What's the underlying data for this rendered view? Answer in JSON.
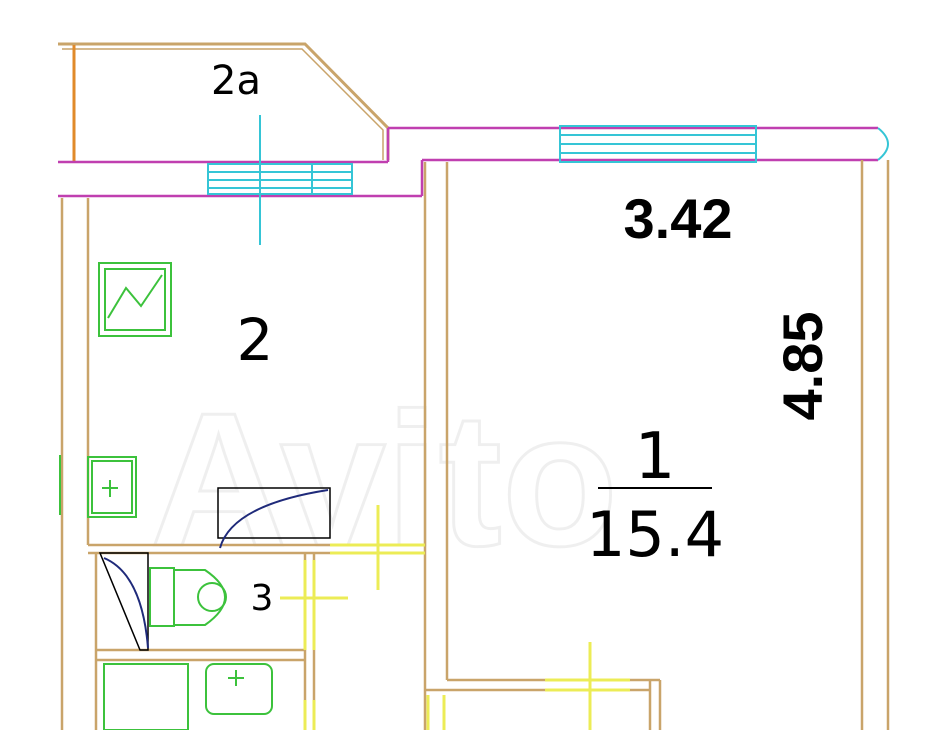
{
  "rooms": {
    "balcony": {
      "number": "2a"
    },
    "kitchen": {
      "number": "2"
    },
    "bathroom": {
      "number": "3"
    },
    "living_room": {
      "number": "1",
      "area": "15.4"
    }
  },
  "dimensions": {
    "width": "3.42",
    "length": "4.85"
  },
  "watermark": "Avito",
  "colors": {
    "wall": "#c9a46a",
    "exterior_wall": "#c03fb0",
    "window": "#35c5d6",
    "door": "#ecec56",
    "fixture": "#3cc23c",
    "bath": "#1f2a7a",
    "balcony_edge": "#e08a2a",
    "text": "#000000"
  }
}
